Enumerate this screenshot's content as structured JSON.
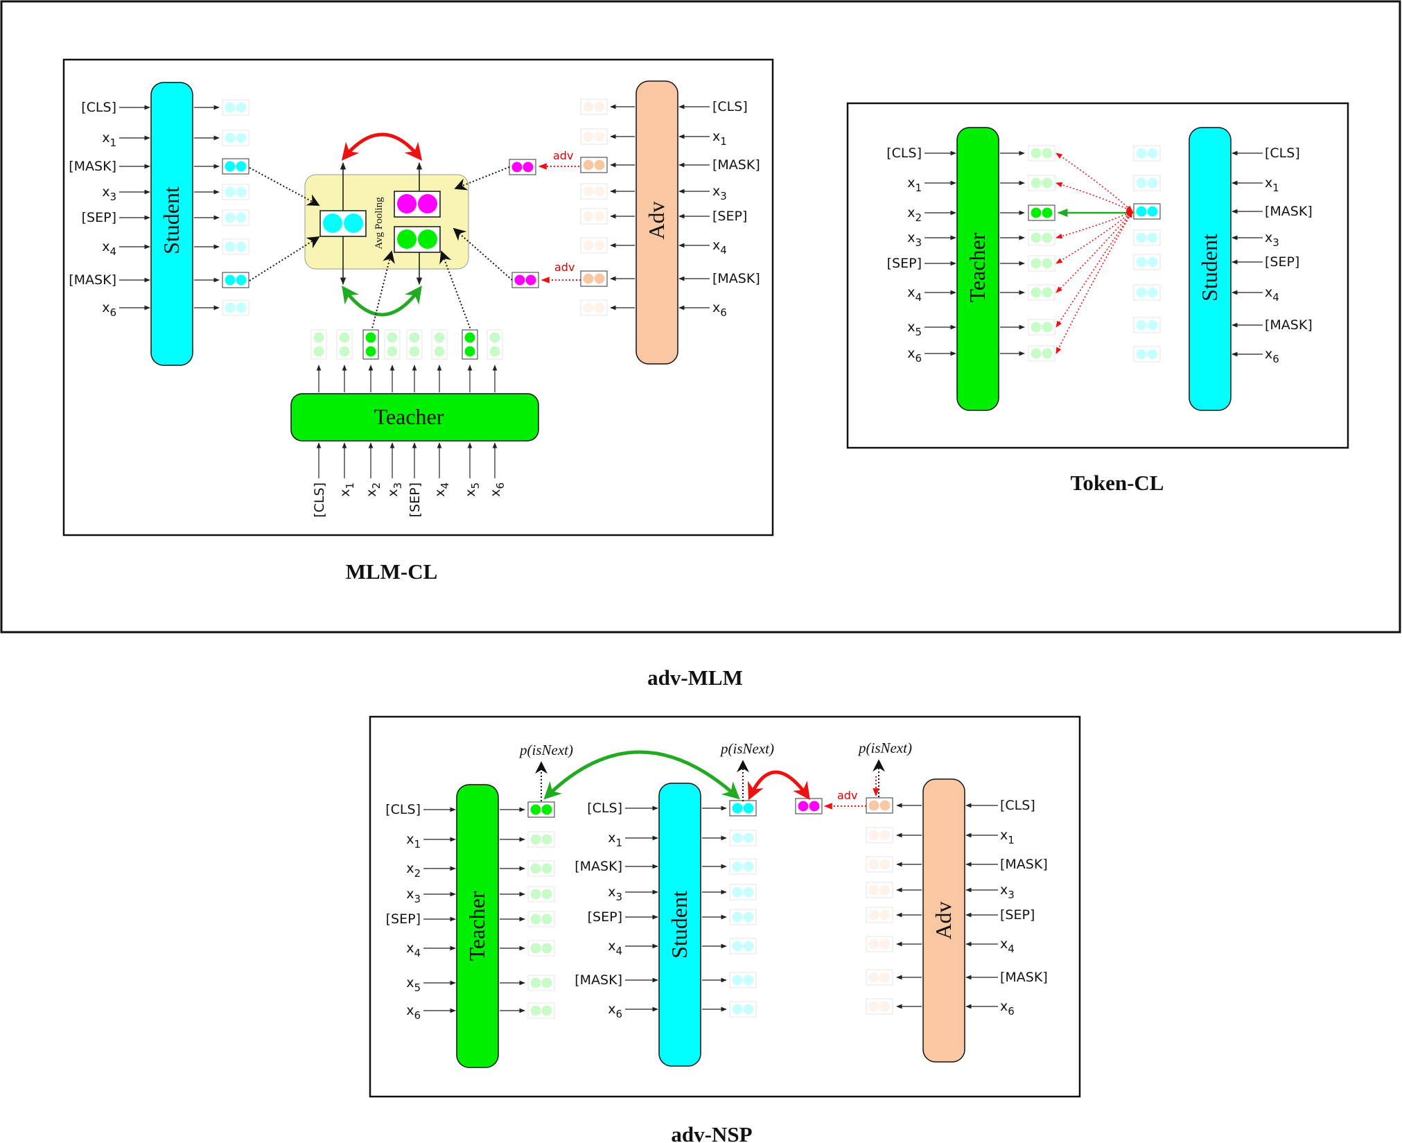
{
  "colors": {
    "student": "#00ffff",
    "teacher": "#00ee00",
    "adv": "#f9c8a3",
    "adv_output": "#ff00ff",
    "pooling": "#f7f4b4",
    "positive_arrow": "#22aa22",
    "negative_arrow": "#ee1111"
  },
  "captions": {
    "mlm_cl": "MLM-CL",
    "token_cl": "Token-CL",
    "adv_mlm": "adv-MLM",
    "adv_nsp": "adv-NSP"
  },
  "models": {
    "student": "Student",
    "teacher": "Teacher",
    "adv": "Adv"
  },
  "labels": {
    "avg_pooling": "Avg Pooling",
    "adv_arrow": "adv",
    "is_next": "p(isNext)"
  },
  "tokens": {
    "mlm_student": [
      "[CLS]",
      "x1",
      "[MASK]",
      "x3",
      "[SEP]",
      "x4",
      "[MASK]",
      "x6"
    ],
    "mlm_adv": [
      "[CLS]",
      "x1",
      "[MASK]",
      "x3",
      "[SEP]",
      "x4",
      "[MASK]",
      "x6"
    ],
    "mlm_teacher": [
      "[CLS]",
      "x1",
      "x2",
      "x3",
      "[SEP]",
      "x4",
      "x5",
      "x6"
    ],
    "token_teacher": [
      "[CLS]",
      "x1",
      "x2",
      "x3",
      "[SEP]",
      "x4",
      "x5",
      "x6"
    ],
    "token_student": [
      "[CLS]",
      "x1",
      "[MASK]",
      "x3",
      "[SEP]",
      "x4",
      "[MASK]",
      "x6"
    ],
    "nsp_teacher": [
      "[CLS]",
      "x1",
      "x2",
      "x3",
      "[SEP]",
      "x4",
      "x5",
      "x6"
    ],
    "nsp_student": [
      "[CLS]",
      "x1",
      "[MASK]",
      "x3",
      "[SEP]",
      "x4",
      "[MASK]",
      "x6"
    ],
    "nsp_adv": [
      "[CLS]",
      "x1",
      "[MASK]",
      "x3",
      "[SEP]",
      "x4",
      "[MASK]",
      "x6"
    ]
  }
}
